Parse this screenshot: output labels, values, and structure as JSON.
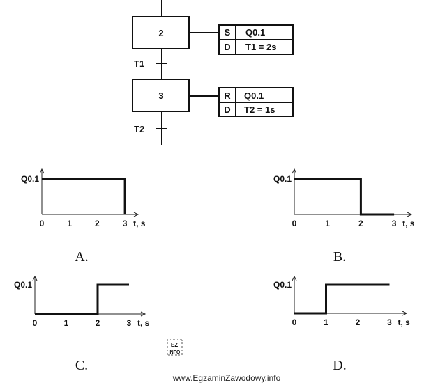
{
  "sfc": {
    "steps": [
      {
        "number": "2",
        "actions": [
          {
            "qualifier": "S",
            "action": "Q0.1"
          },
          {
            "qualifier": "D",
            "action": "T1 = 2s"
          }
        ]
      },
      {
        "number": "3",
        "actions": [
          {
            "qualifier": "R",
            "action": "Q0.1"
          },
          {
            "qualifier": "D",
            "action": "T2 = 1s"
          }
        ]
      }
    ],
    "transitions": [
      "T1",
      "T2"
    ]
  },
  "chart_data": [
    {
      "type": "line",
      "option": "A.",
      "ylabel": "Q0.1",
      "xlabel": "t, s",
      "ticks": [
        "0",
        "1",
        "2",
        "3"
      ],
      "x": [
        0,
        3,
        3
      ],
      "y": [
        1,
        1,
        0
      ]
    },
    {
      "type": "line",
      "option": "B.",
      "ylabel": "Q0.1",
      "xlabel": "t, s",
      "ticks": [
        "0",
        "1",
        "2",
        "3"
      ],
      "x": [
        0,
        2,
        2,
        3
      ],
      "y": [
        1,
        1,
        0,
        0
      ]
    },
    {
      "type": "line",
      "option": "C.",
      "ylabel": "Q0.1",
      "xlabel": "t, s",
      "ticks": [
        "0",
        "1",
        "2",
        "3"
      ],
      "x": [
        0,
        2,
        2,
        3
      ],
      "y": [
        0,
        0,
        1,
        1
      ]
    },
    {
      "type": "line",
      "option": "D.",
      "ylabel": "Q0.1",
      "xlabel": "t, s",
      "ticks": [
        "0",
        "1",
        "2",
        "3"
      ],
      "x": [
        0,
        1,
        1,
        3
      ],
      "y": [
        0,
        0,
        1,
        1
      ]
    }
  ],
  "logo": "EZ INFO",
  "footer": "www.EgzaminZawodowy.info"
}
